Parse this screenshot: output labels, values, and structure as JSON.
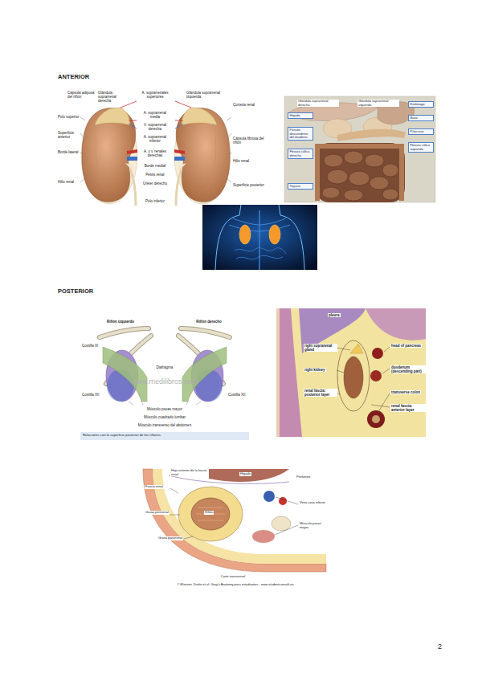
{
  "diagram": {
    "nodes": [
      {
        "text": [
          "Hígado"
        ]
      },
      {
        "text": [
          "Porción descendente del duodeno"
        ]
      },
      {
        "text": [
          "Flexura cólica derecha"
        ]
      },
      {
        "text": [
          "Yeyuno"
        ]
      },
      {
        "text": [
          "Estómago"
        ]
      },
      {
        "text": [
          "Bazo"
        ]
      },
      {
        "text": [
          "Páncreas"
        ]
      },
      {
        "text": [
          "Flexura cólica izquierda"
        ]
      }
    ],
    "labels": [
      "ANTERIOR",
      "Cápsula adiposa del riñón",
      "Polo superior",
      "Superficie anterior",
      "Borde lateral",
      "Hilio renal",
      "Glándula suprarrenal derecha",
      "A. suprarrenales superiores",
      "A. suprarrenal media",
      "V. suprarrenal derecha",
      "A. suprarrenal inferior",
      "A. y v. renales derechas",
      "Borde medial",
      "Pelvis renal",
      "Uréter derecho",
      "Polo inferior",
      "Glándula suprarrenal izquierda",
      "Corteza renal",
      "Cápsula fibrosa del riñón",
      "Hilio renal",
      "Superficie posterior",
      "Glándula suprarrenal derecha",
      "Glándula suprarrenal izquierda",
      "POSTERIOR",
      "Riñón izquierdo",
      "Riñón derecho",
      "Costilla XI",
      "Costilla XII",
      "Costilla XII",
      "Diafragma",
      "Músculo psoas mayor",
      "Músculo cuadrado lumbar",
      "Músculo transverso del abdomen",
      "www.medilibros.com",
      "Relaciones con la superficie posterior de los riñones.",
      "pleura",
      "right suprarenal gland",
      "right kidney",
      "renal fascia: posterior layer",
      "head of pancreas",
      "duodenum (descending part)",
      "transverse colon",
      "renal fascia: anterior layer",
      "Hoja anterior de la fascia renal",
      "Hígado",
      "Peritoneo",
      "Fascia renal",
      "Riñón",
      "Grasa perirrenal",
      "Vena cava inferior",
      "Músculo psoas mayor",
      "Grasa pararrenal",
      "Corte transversal",
      "© Elsevier. Drake et al: Gray's Anatomy para estudiantes - www.studentconsult.es",
      "2"
    ]
  }
}
